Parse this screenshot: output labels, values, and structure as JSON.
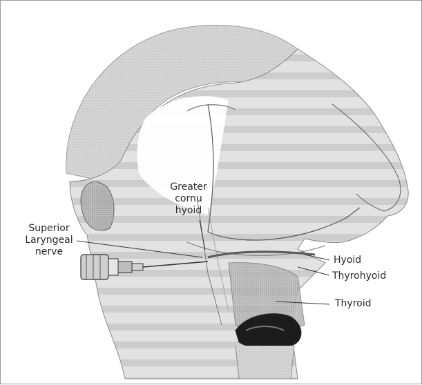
{
  "labels": {
    "greater_cornu": [
      "Greater",
      "cornu",
      "hyoid"
    ],
    "superior_laryngeal": [
      "Superior",
      "Laryngeal",
      "nerve"
    ],
    "hyoid": "Hyoid",
    "thyrohyoid": "Thyrohyoid",
    "thyroid": "Thyroid"
  },
  "colors": {
    "skin_light": "#e6e6e6",
    "skin_mid": "#cfcfcf",
    "skin_dark": "#b3b3b3",
    "line": "#444444",
    "cartilage": "#8a8a8a",
    "airway": "#1c1c1c"
  },
  "icons": {
    "syringe": "syringe-icon"
  }
}
